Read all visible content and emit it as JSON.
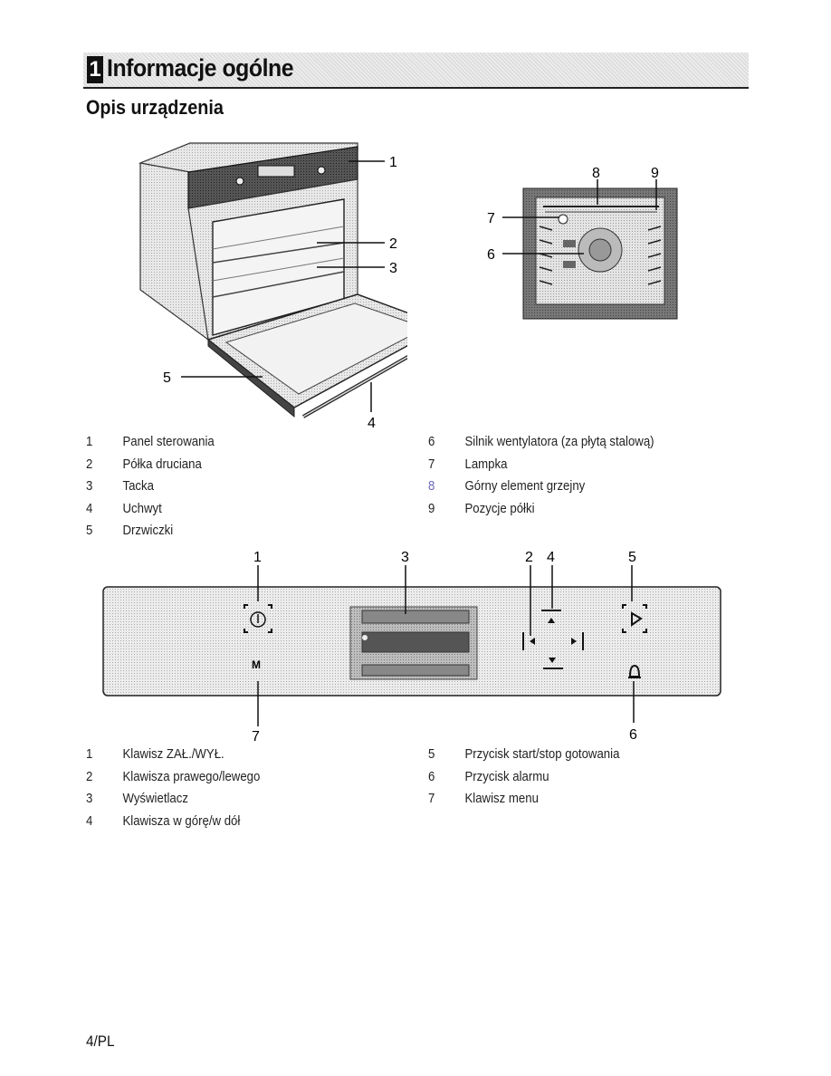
{
  "section": {
    "number": "1",
    "title": "Informacje ogólne"
  },
  "subtitle": "Opis urządzenia",
  "oven_callouts": [
    "1",
    "2",
    "3",
    "4",
    "5"
  ],
  "cavity_callouts": [
    "6",
    "7",
    "8",
    "9"
  ],
  "legend_oven_left": [
    {
      "n": "1",
      "text": "Panel sterowania"
    },
    {
      "n": "2",
      "text": "Półka druciana"
    },
    {
      "n": "3",
      "text": "Tacka"
    },
    {
      "n": "4",
      "text": "Uchwyt"
    },
    {
      "n": "5",
      "text": "Drzwiczki"
    }
  ],
  "legend_oven_right": [
    {
      "n": "6",
      "text": "Silnik wentylatora (za płytą stalową)"
    },
    {
      "n": "7",
      "text": "Lampka"
    },
    {
      "n": "8",
      "text": "Górny element grzejny"
    },
    {
      "n": "9",
      "text": "Pozycje półki"
    }
  ],
  "panel_callouts_top": [
    "1",
    "3",
    "2",
    "4",
    "5"
  ],
  "panel_callouts_bottom": [
    "7",
    "6"
  ],
  "panel_menu_key": "M",
  "legend_panel_left": [
    {
      "n": "1",
      "text": "Klawisz ZAŁ./WYŁ."
    },
    {
      "n": "2",
      "text": "Klawisza prawego/lewego"
    },
    {
      "n": "3",
      "text": "Wyświetlacz"
    },
    {
      "n": "4",
      "text": "Klawisza w górę/w dół"
    }
  ],
  "legend_panel_right": [
    {
      "n": "5",
      "text": "Przycisk start/stop gotowania"
    },
    {
      "n": "6",
      "text": "Przycisk alarmu"
    },
    {
      "n": "7",
      "text": "Klawisz menu"
    }
  ],
  "page_number": "4/PL"
}
